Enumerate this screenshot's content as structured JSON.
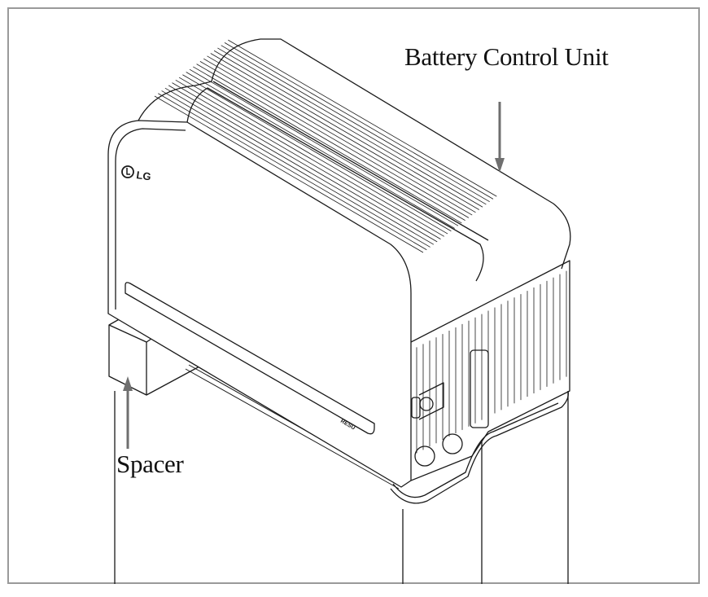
{
  "labels": {
    "battery_control_unit": "Battery Control Unit",
    "spacer": "Spacer"
  },
  "logos": {
    "brand": "LG",
    "model": "RESU"
  },
  "colors": {
    "frame": "#9a9a9a",
    "arrow": "#6f6f6f",
    "line": "#1a1a1a"
  }
}
